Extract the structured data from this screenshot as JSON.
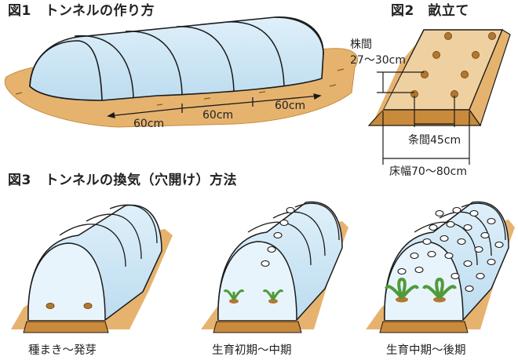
{
  "figure1": {
    "title": "図1　トンネルの作り方",
    "span_labels": [
      "60cm",
      "60cm",
      "60cm"
    ]
  },
  "figure2": {
    "title": "図2　畝立て",
    "plant_spacing_label": "株間",
    "plant_spacing_value": "27～30cm",
    "row_spacing": "条間45cm",
    "bed_width": "床幅70～80cm"
  },
  "figure3": {
    "title": "図3　トンネルの換気（穴開け）方法",
    "stages": [
      "種まき～発芽",
      "生育初期～中期",
      "生育中期～後期"
    ]
  },
  "colors": {
    "soil": "#e6b36f",
    "soil_dark": "#c98a3c",
    "film": "#cde6f5",
    "film_edge": "#8fbfd9",
    "outline": "#1a1a1a",
    "seed": "#b3782f",
    "leaf": "#4f9a3a"
  }
}
